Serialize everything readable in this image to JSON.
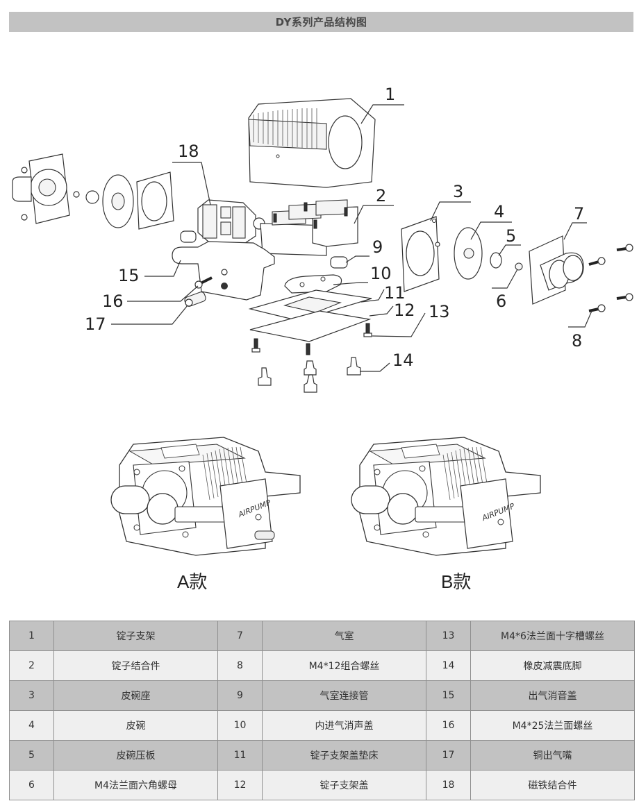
{
  "title": "DY系列产品结构图",
  "diagram": {
    "callouts": [
      {
        "id": "1",
        "label": "1"
      },
      {
        "id": "2",
        "label": "2"
      },
      {
        "id": "3",
        "label": "3"
      },
      {
        "id": "4",
        "label": "4"
      },
      {
        "id": "5",
        "label": "5"
      },
      {
        "id": "6",
        "label": "6"
      },
      {
        "id": "7",
        "label": "7"
      },
      {
        "id": "8",
        "label": "8"
      },
      {
        "id": "9",
        "label": "9"
      },
      {
        "id": "10",
        "label": "10"
      },
      {
        "id": "11",
        "label": "11"
      },
      {
        "id": "12",
        "label": "12"
      },
      {
        "id": "13",
        "label": "13"
      },
      {
        "id": "14",
        "label": "14"
      },
      {
        "id": "15",
        "label": "15"
      },
      {
        "id": "16",
        "label": "16"
      },
      {
        "id": "17",
        "label": "17"
      },
      {
        "id": "18",
        "label": "18"
      }
    ]
  },
  "variants": [
    {
      "label": "A款",
      "brand_text": "AIRPUMP"
    },
    {
      "label": "B款",
      "brand_text": "AIRPUMP"
    }
  ],
  "parts_table": {
    "rows": [
      [
        {
          "no": "1",
          "name": "锭子支架"
        },
        {
          "no": "7",
          "name": "气室"
        },
        {
          "no": "13",
          "name": "M4*6法兰面十字槽螺丝"
        }
      ],
      [
        {
          "no": "2",
          "name": "锭子结合件"
        },
        {
          "no": "8",
          "name": "M4*12组合螺丝"
        },
        {
          "no": "14",
          "name": "橡皮减震底脚"
        }
      ],
      [
        {
          "no": "3",
          "name": "皮碗座"
        },
        {
          "no": "9",
          "name": "气室连接管"
        },
        {
          "no": "15",
          "name": "出气消音盖"
        }
      ],
      [
        {
          "no": "4",
          "name": "皮碗"
        },
        {
          "no": "10",
          "name": "内进气消声盖"
        },
        {
          "no": "16",
          "name": "M4*25法兰面螺丝"
        }
      ],
      [
        {
          "no": "5",
          "name": "皮碗压板"
        },
        {
          "no": "11",
          "name": "锭子支架盖垫床"
        },
        {
          "no": "17",
          "name": "铜出气嘴"
        }
      ],
      [
        {
          "no": "6",
          "name": "M4法兰面六角螺母"
        },
        {
          "no": "12",
          "name": "锭子支架盖"
        },
        {
          "no": "18",
          "name": "磁铁结合件"
        }
      ]
    ]
  }
}
